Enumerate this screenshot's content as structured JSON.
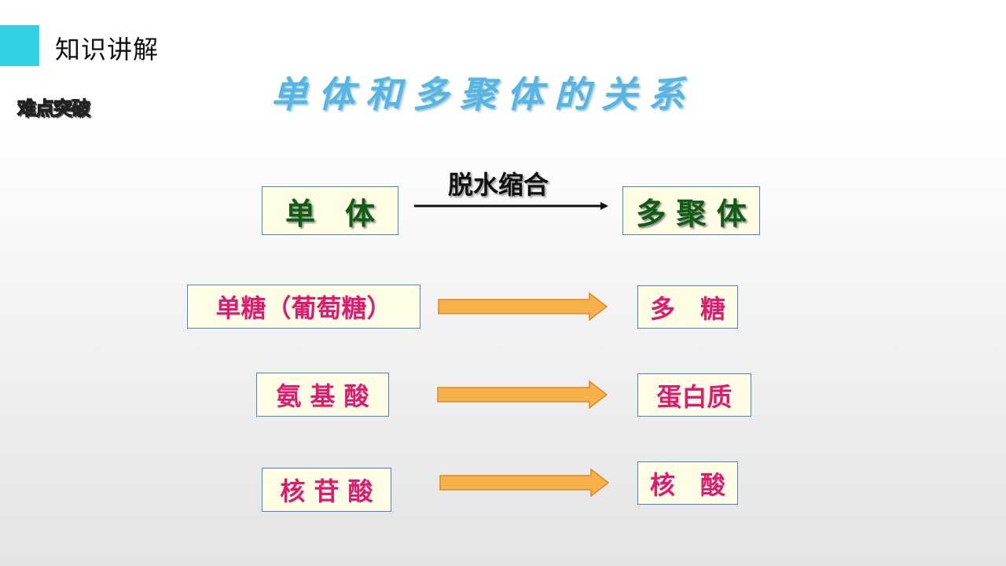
{
  "header": {
    "section_title": "知识讲解",
    "tag": "难点突破"
  },
  "title": "单体和多聚体的关系",
  "concept": {
    "monomer": "单　体",
    "process": "脱水缩合",
    "polymer": "多 聚 体"
  },
  "pairs": [
    {
      "monomer": "单糖（葡萄糖）",
      "polymer": "多　糖"
    },
    {
      "monomer": "氨 基 酸",
      "polymer": "蛋白质"
    },
    {
      "monomer": "核 苷 酸",
      "polymer": "核　酸"
    }
  ],
  "colors": {
    "accent": "#33d0e6",
    "title_blue": "#58b4e0",
    "green_text": "#0f5c12",
    "pink_text": "#e01a6e",
    "box_fill": "#fffde6",
    "box_border": "#4a86c6",
    "arrow_fill": "#f7b04a"
  }
}
